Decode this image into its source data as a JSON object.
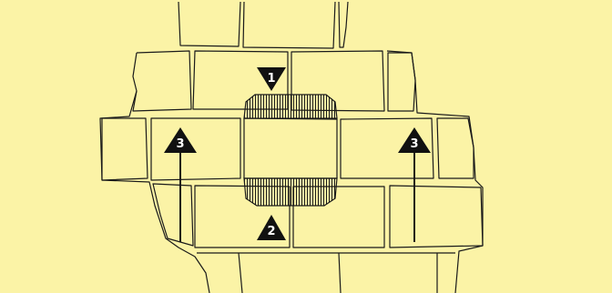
{
  "diagram": {
    "background_color": "#fbf3a6",
    "line_color": "#1a1a1a",
    "callouts": [
      {
        "id": "callout-1",
        "label": "1",
        "shape": "triangle-down"
      },
      {
        "id": "callout-2",
        "label": "2",
        "shape": "triangle-up"
      },
      {
        "id": "callout-3-left",
        "label": "3",
        "shape": "triangle-up"
      },
      {
        "id": "callout-3-right",
        "label": "3",
        "shape": "triangle-up"
      }
    ]
  }
}
